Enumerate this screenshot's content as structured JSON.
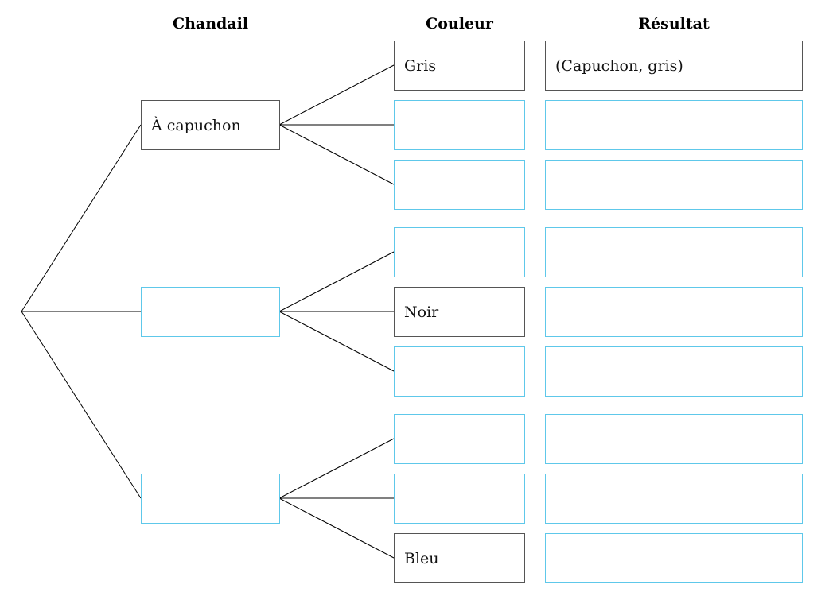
{
  "headers": {
    "chandail": "Chandail",
    "couleur": "Couleur",
    "resultat": "Résultat"
  },
  "chandail": [
    {
      "value": "À capuchon",
      "filled": true
    },
    {
      "value": "",
      "filled": false
    },
    {
      "value": "",
      "filled": false
    }
  ],
  "couleur": [
    {
      "value": "Gris",
      "filled": true
    },
    {
      "value": "",
      "filled": false
    },
    {
      "value": "",
      "filled": false
    },
    {
      "value": "",
      "filled": false
    },
    {
      "value": "Noir",
      "filled": true
    },
    {
      "value": "",
      "filled": false
    },
    {
      "value": "",
      "filled": false
    },
    {
      "value": "",
      "filled": false
    },
    {
      "value": "Bleu",
      "filled": true
    }
  ],
  "resultat": [
    {
      "value": "(Capuchon, gris)",
      "filled": true
    },
    {
      "value": "",
      "filled": false
    },
    {
      "value": "",
      "filled": false
    },
    {
      "value": "",
      "filled": false
    },
    {
      "value": "",
      "filled": false
    },
    {
      "value": "",
      "filled": false
    },
    {
      "value": "",
      "filled": false
    },
    {
      "value": "",
      "filled": false
    },
    {
      "value": "",
      "filled": false
    }
  ],
  "colors": {
    "empty_border": "#5ec8ea",
    "filled_border": "#555555",
    "line": "#000000"
  }
}
